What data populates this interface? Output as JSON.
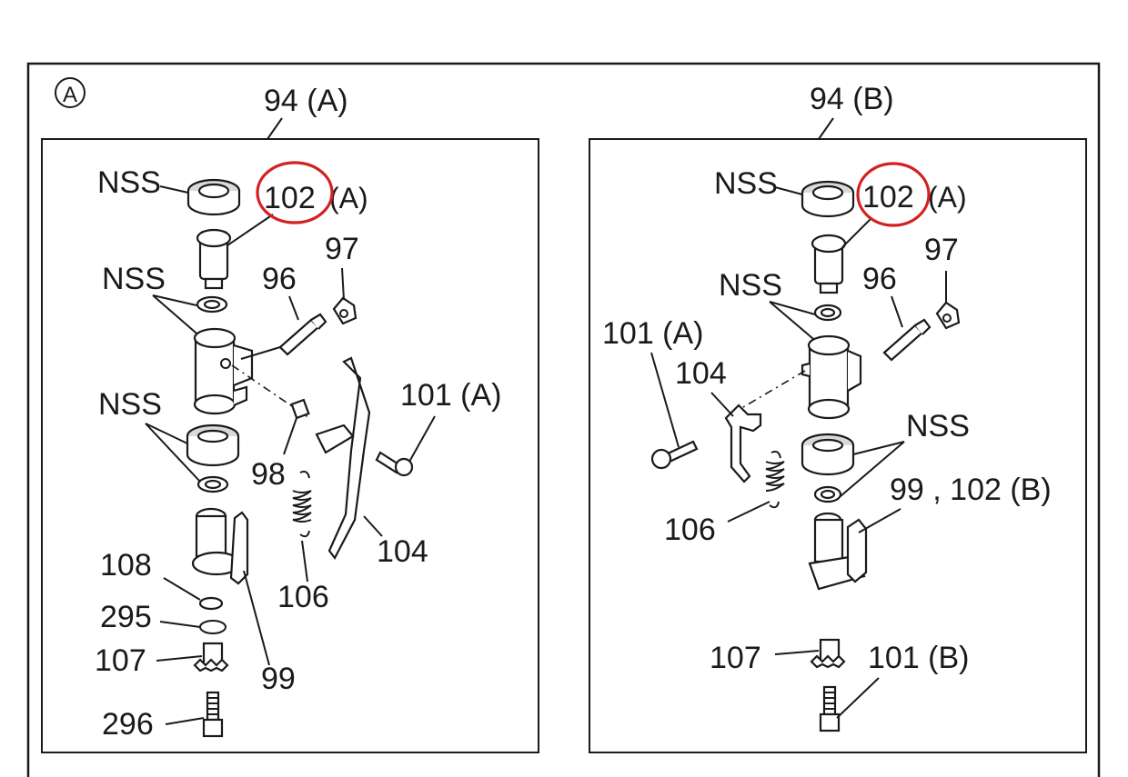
{
  "figure": {
    "marker": "A",
    "left_panel": {
      "title": "94 (A)",
      "labels": {
        "nss_top": "NSS",
        "p102": "102",
        "p102_suffix": "(A)",
        "p97": "97",
        "p96": "96",
        "nss_mid": "NSS",
        "nss_low": "NSS",
        "p101": "101 (A)",
        "p98": "98",
        "p104": "104",
        "p106": "106",
        "p108": "108",
        "p295": "295",
        "p107": "107",
        "p99": "99",
        "p296": "296"
      }
    },
    "right_panel": {
      "title": "94 (B)",
      "labels": {
        "nss_top": "NSS",
        "p102": "102",
        "p102_suffix": "(A)",
        "p97": "97",
        "p96": "96",
        "nss_mid": "NSS",
        "p101a": "101 (A)",
        "p104": "104",
        "nss_low": "NSS",
        "p99_102b": "99 , 102 (B)",
        "p106": "106",
        "p107": "107",
        "p101b": "101 (B)"
      }
    },
    "highlight_color": "#d32020"
  }
}
